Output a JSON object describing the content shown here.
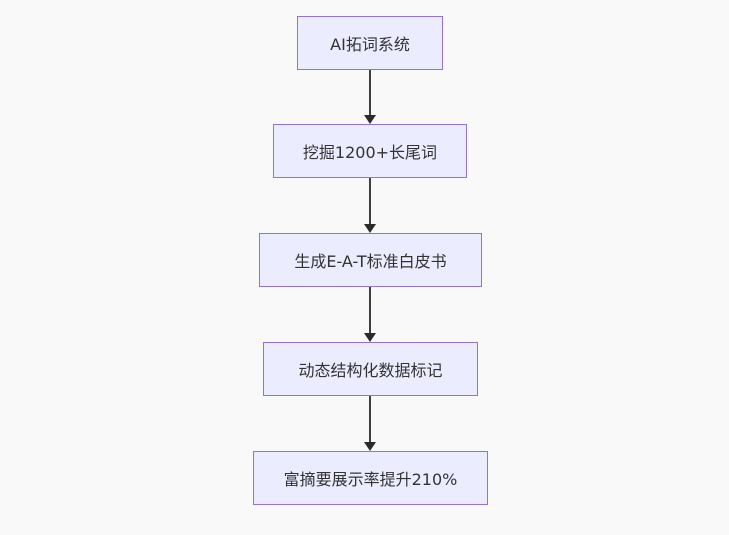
{
  "diagram": {
    "type": "flowchart",
    "direction": "top-down",
    "nodes": [
      {
        "id": "n1",
        "label": "AI拓词系统"
      },
      {
        "id": "n2",
        "label": "挖掘1200+长尾词"
      },
      {
        "id": "n3",
        "label": "生成E-A-T标准白皮书"
      },
      {
        "id": "n4",
        "label": "动态结构化数据标记"
      },
      {
        "id": "n5",
        "label": "富摘要展示率提升210%"
      }
    ],
    "edges": [
      {
        "from": "n1",
        "to": "n2",
        "arrow": "down"
      },
      {
        "from": "n2",
        "to": "n3",
        "arrow": "down"
      },
      {
        "from": "n3",
        "to": "n4",
        "arrow": "down"
      },
      {
        "from": "n4",
        "to": "n5",
        "arrow": "down"
      }
    ],
    "colors": {
      "background": "#f9f9f9",
      "node_fill": "#ececff",
      "node_border": "#9370db",
      "text": "#333333",
      "arrow": "#333333"
    }
  }
}
